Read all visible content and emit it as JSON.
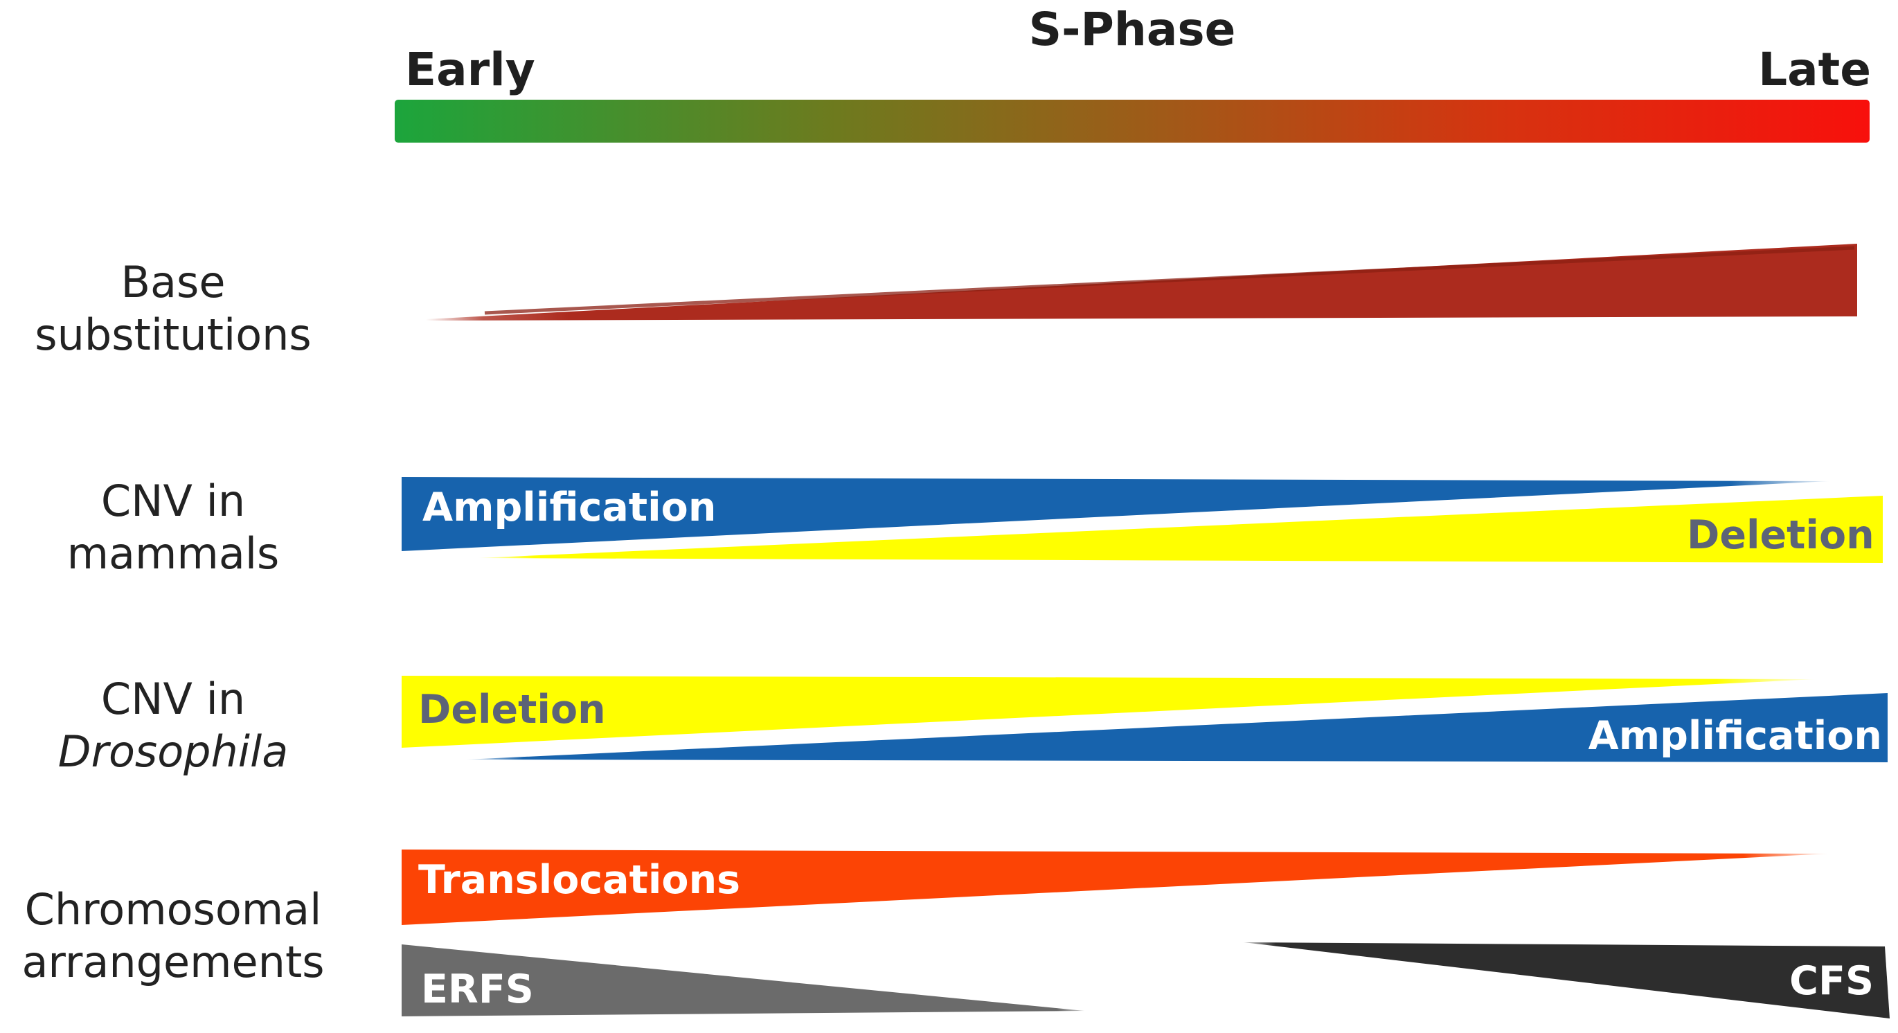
{
  "header": {
    "title": "S-Phase",
    "early": "Early",
    "late": "Late"
  },
  "rows": {
    "base_substitutions": {
      "label_line1": "Base",
      "label_line2": "substitutions",
      "trend": "increases toward late S-phase"
    },
    "cnv_mammals": {
      "label_line1": "CNV in",
      "label_line2": "mammals",
      "amplification_label": "Amplification",
      "deletion_label": "Deletion",
      "trend": "amplification early, deletion late"
    },
    "cnv_drosophila": {
      "label_line1": "CNV in",
      "label_line2": "Drosophila",
      "deletion_label": "Deletion",
      "amplification_label": "Amplification",
      "trend": "deletion early, amplification late"
    },
    "chromosomal": {
      "label_line1": "Chromosomal",
      "label_line2": "arrangements",
      "translocations_label": "Translocations",
      "erfs_label": "ERFS",
      "cfs_label": "CFS",
      "trend": "translocations and ERFS early, CFS late"
    }
  },
  "colors": {
    "sphase_green": "#1CA53C",
    "sphase_olive": "#6E7A1E",
    "sphase_brown": "#A05A18",
    "sphase_rust": "#D63310",
    "sphase_red": "#F8100C",
    "base_red": "#AC2B1E",
    "base_red_dark": "#8C2013",
    "amplification_blue": "#1763AD",
    "deletion_yellow": "#FFFF00",
    "deletion_text_gray": "#5C6377",
    "translocations_orange": "#FC4405",
    "erfs_gray": "#6B6B6B",
    "cfs_black": "#2D2D2D",
    "heading_text": "#1F1F1F",
    "row_label_text": "#222222",
    "wedge_text_white": "#FFFFFF"
  }
}
